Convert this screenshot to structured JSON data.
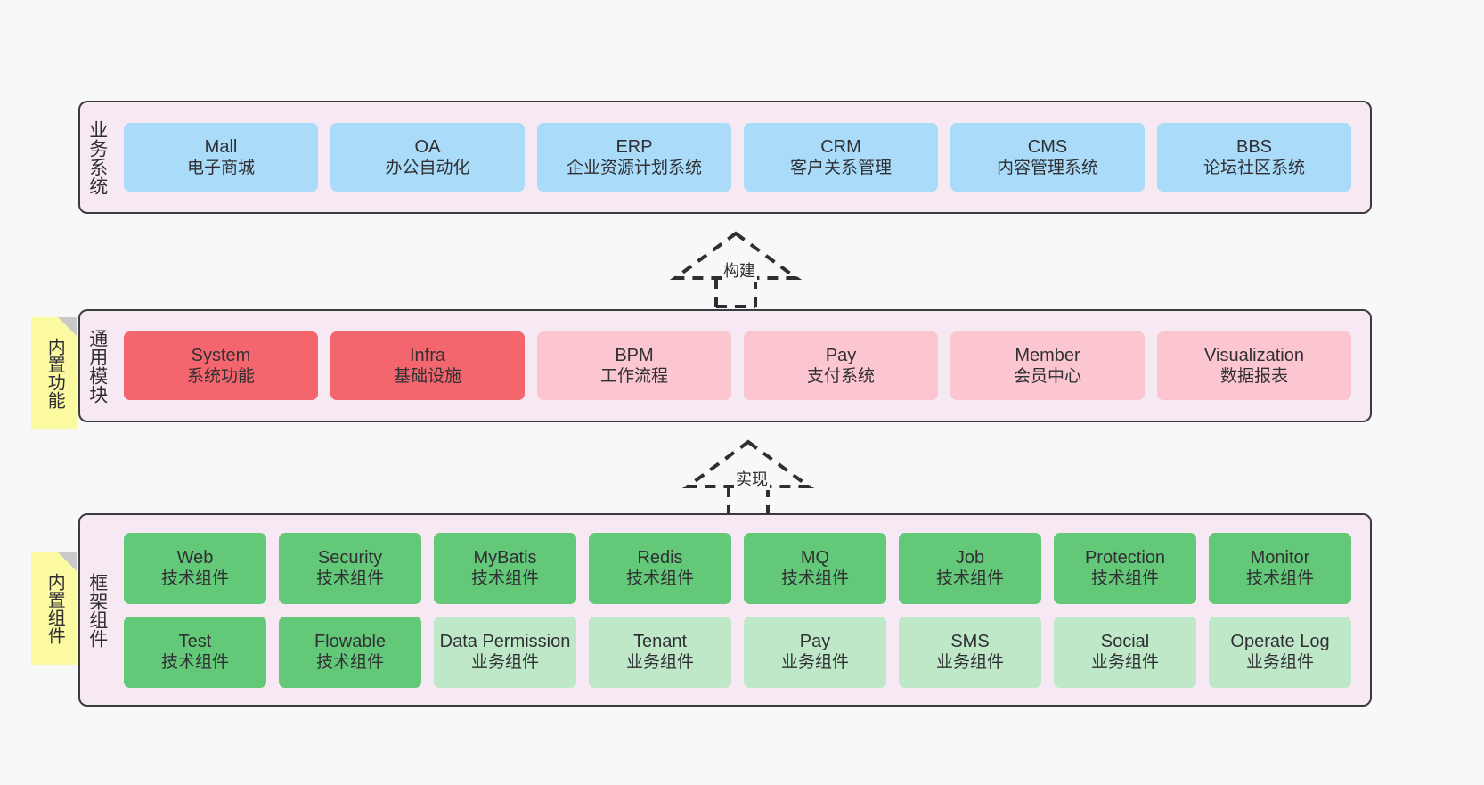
{
  "theme": {
    "background": "#f8f8f8",
    "band_fill": "#f7e9f4",
    "band_border": "#3c3c40",
    "blue": "#aadcfa",
    "red": "#f4666e",
    "pink": "#fbc6cf",
    "green": "#63c878",
    "green_light": "#bfe8c8",
    "note_yellow": "#fbfaa0",
    "note_fold": "#c9c9c9",
    "text": "#303034"
  },
  "bands": {
    "business": {
      "title": "业务系统",
      "items": [
        {
          "name": "Mall",
          "desc": "电子商城",
          "color": "blue"
        },
        {
          "name": "OA",
          "desc": "办公自动化",
          "color": "blue"
        },
        {
          "name": "ERP",
          "desc": "企业资源计划系统",
          "color": "blue"
        },
        {
          "name": "CRM",
          "desc": "客户关系管理",
          "color": "blue"
        },
        {
          "name": "CMS",
          "desc": "内容管理系统",
          "color": "blue"
        },
        {
          "name": "BBS",
          "desc": "论坛社区系统",
          "color": "blue"
        }
      ]
    },
    "common": {
      "title": "通用模块",
      "note": "内置功能",
      "items": [
        {
          "name": "System",
          "desc": "系统功能",
          "color": "red"
        },
        {
          "name": "Infra",
          "desc": "基础设施",
          "color": "red"
        },
        {
          "name": "BPM",
          "desc": "工作流程",
          "color": "pink"
        },
        {
          "name": "Pay",
          "desc": "支付系统",
          "color": "pink"
        },
        {
          "name": "Member",
          "desc": "会员中心",
          "color": "pink"
        },
        {
          "name": "Visualization",
          "desc": "数据报表",
          "color": "pink"
        }
      ]
    },
    "framework": {
      "title": "框架组件",
      "note": "内置组件",
      "row1": [
        {
          "name": "Web",
          "desc": "技术组件",
          "color": "green"
        },
        {
          "name": "Security",
          "desc": "技术组件",
          "color": "green"
        },
        {
          "name": "MyBatis",
          "desc": "技术组件",
          "color": "green"
        },
        {
          "name": "Redis",
          "desc": "技术组件",
          "color": "green"
        },
        {
          "name": "MQ",
          "desc": "技术组件",
          "color": "green"
        },
        {
          "name": "Job",
          "desc": "技术组件",
          "color": "green"
        },
        {
          "name": "Protection",
          "desc": "技术组件",
          "color": "green"
        },
        {
          "name": "Monitor",
          "desc": "技术组件",
          "color": "green"
        }
      ],
      "row2": [
        {
          "name": "Test",
          "desc": "技术组件",
          "color": "green"
        },
        {
          "name": "Flowable",
          "desc": "技术组件",
          "color": "green"
        },
        {
          "name": "Data Permission",
          "desc": "业务组件",
          "color": "green_light"
        },
        {
          "name": "Tenant",
          "desc": "业务组件",
          "color": "green_light"
        },
        {
          "name": "Pay",
          "desc": "业务组件",
          "color": "green_light"
        },
        {
          "name": "SMS",
          "desc": "业务组件",
          "color": "green_light"
        },
        {
          "name": "Social",
          "desc": "业务组件",
          "color": "green_light"
        },
        {
          "name": "Operate Log",
          "desc": "业务组件",
          "color": "green_light"
        }
      ]
    }
  },
  "connectors": [
    {
      "id": "build",
      "label": "构建",
      "from": "common",
      "to": "business"
    },
    {
      "id": "implement",
      "label": "实现",
      "from": "framework",
      "to": "common"
    }
  ]
}
